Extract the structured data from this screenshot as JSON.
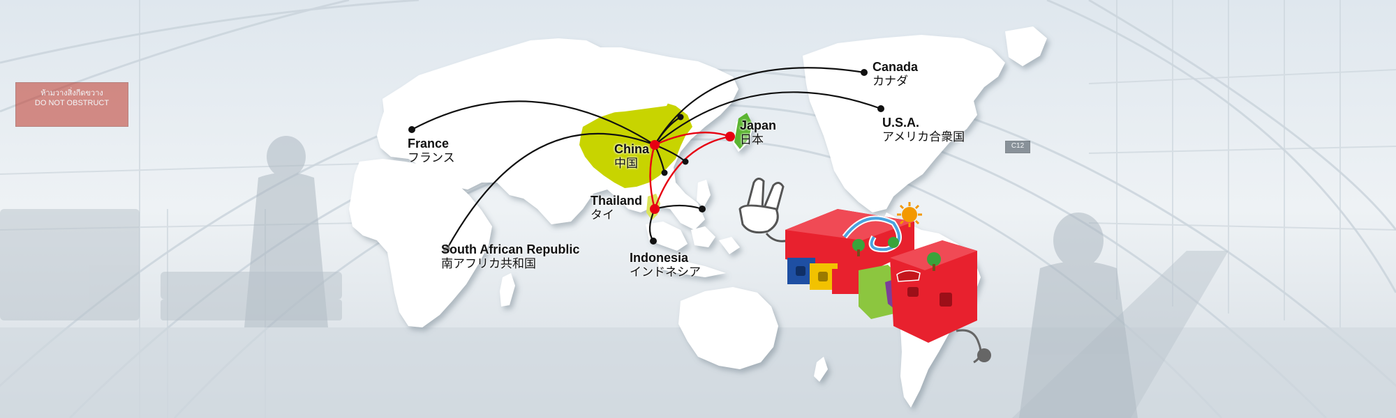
{
  "background": {
    "scene": "airport-terminal-photo",
    "sign_top_text": "ห้ามวางสิ่งกีดขวาง",
    "sign_bottom_text": "DO NOT OBSTRUCT",
    "gate_sign": "C12"
  },
  "map": {
    "land_color": "#ffffff",
    "china_color": "#c8d400",
    "japan_color": "#5bb531",
    "thailand_color": "#dce55a",
    "line_color_black": "#111111",
    "line_color_red": "#e60012"
  },
  "locations": {
    "france": {
      "en": "France",
      "ja": "フランス"
    },
    "china": {
      "en": "China",
      "ja": "中国"
    },
    "japan": {
      "en": "Japan",
      "ja": "日本"
    },
    "thailand": {
      "en": "Thailand",
      "ja": "タイ"
    },
    "indonesia": {
      "en": "Indonesia",
      "ja": "インドネシア"
    },
    "south_africa": {
      "en": "South African Republic",
      "ja": "南アフリカ共和国"
    },
    "canada": {
      "en": "Canada",
      "ja": "カナダ"
    },
    "usa": {
      "en": "U.S.A.",
      "ja": "アメリカ合衆国"
    }
  },
  "logo": {
    "name": "colorful-block-logo",
    "colors": [
      "#e8212e",
      "#1e4fa3",
      "#f2c200",
      "#8cc63f",
      "#7b3f98"
    ]
  }
}
